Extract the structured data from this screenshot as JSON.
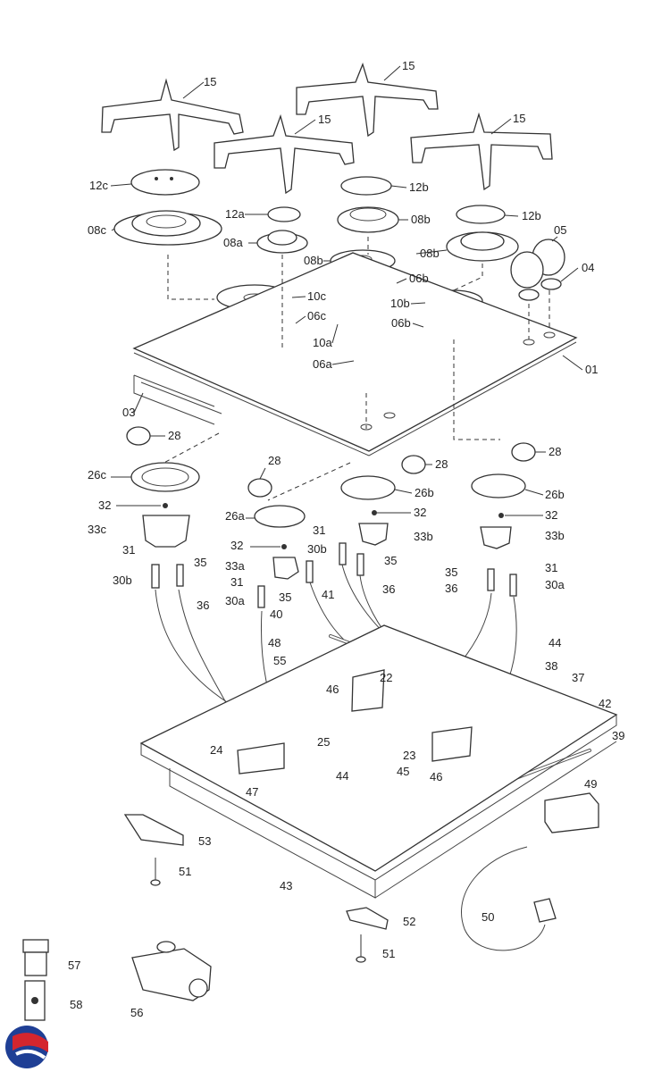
{
  "labels": {
    "p15a": "15",
    "p15b": "15",
    "p15c": "15",
    "p15d": "15",
    "p12c": "12c",
    "p12a": "12a",
    "p12b_1": "12b",
    "p12b_2": "12b",
    "p08c": "08c",
    "p08a": "08a",
    "p08b_1": "08b",
    "p08b_2": "08b",
    "p08b_3": "08b",
    "p05": "05",
    "p04": "04",
    "p10c": "10c",
    "p06c": "06c",
    "p06b_1": "06b",
    "p06b_2": "06b",
    "p10b": "10b",
    "p10a": "10a",
    "p06a": "06a",
    "p01": "01",
    "p03": "03",
    "p28a": "28",
    "p28b": "28",
    "p28c": "28",
    "p28d": "28",
    "p26c": "26c",
    "p26a": "26a",
    "p26b_1": "26b",
    "p26b_2": "26b",
    "p32a": "32",
    "p32b": "32",
    "p32c": "32",
    "p32d": "32",
    "p33c": "33c",
    "p33a": "33a",
    "p33b_1": "33b",
    "p33b_2": "33b",
    "p31a": "31",
    "p31b": "31",
    "p31c": "31",
    "p31d": "31",
    "p30b_1": "30b",
    "p30b_2": "30b",
    "p30a_1": "30a",
    "p30a_2": "30a",
    "p35a": "35",
    "p35b": "35",
    "p35c": "35",
    "p35d": "35",
    "p36a": "36",
    "p36b": "36",
    "p36c": "36",
    "p40": "40",
    "p41": "41",
    "p48": "48",
    "p44a": "44",
    "p44b": "44",
    "p38": "38",
    "p37": "37",
    "p42": "42",
    "p39": "39",
    "p55": "55",
    "p46a": "46",
    "p46b": "46",
    "p22": "22",
    "p23": "23",
    "p24": "24",
    "p25": "25",
    "p47": "47",
    "p45": "45",
    "p49": "49",
    "p53": "53",
    "p51a": "51",
    "p51b": "51",
    "p43": "43",
    "p50": "50",
    "p52": "52",
    "p57": "57",
    "p58": "58",
    "p56": "56"
  },
  "logo": {
    "text": "",
    "colors": {
      "red": "#d4262e",
      "blue": "#1f3f95"
    }
  }
}
